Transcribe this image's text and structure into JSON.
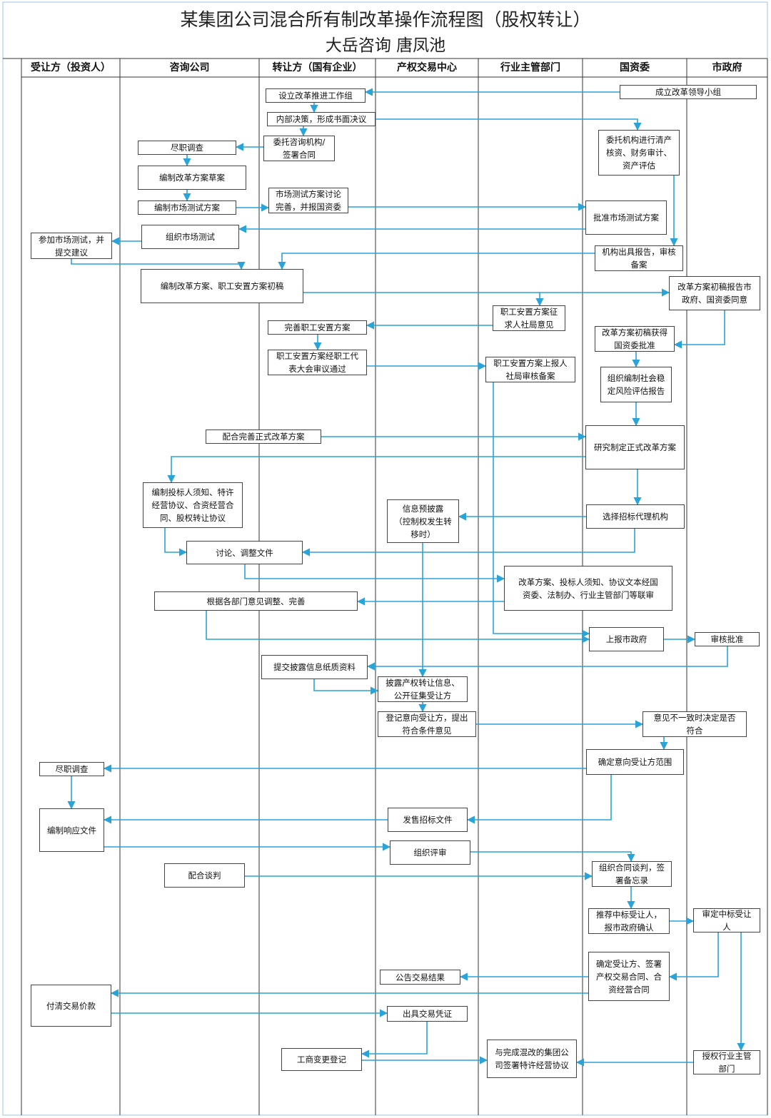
{
  "title": "某集团公司混合所有制改革操作流程图（股权转让）",
  "subtitle": "大岳咨询  唐凤池",
  "accent_color": "#29a3d8",
  "lanes": [
    "受让方（投资人）",
    "咨询公司",
    "转让方（国有企业）",
    "产权交易中心",
    "行业主管部门",
    "国资委",
    "市政府"
  ],
  "steps": {
    "b1": "成立改革领导小组",
    "b2": "设立改革推进工作组",
    "b3": "内部决策，形成书面决议",
    "b4": "委托咨询机构/\n签署合同",
    "b5": "委托机构进行清产\n核资、财务审计、\n资产评估",
    "b6": "尽职调查",
    "b7": "编制改革方案草案",
    "b8": "编制市场测试方案",
    "b9": "市场测试方案讨论\n完善，并报国资委",
    "b10": "批准市场测试方案",
    "b11": "组织市场测试",
    "b12": "参加市场测试，并\n提交建议",
    "b13": "机构出具报告，审核\n备案",
    "b14": "编制改革方案、职工安置方案初稿",
    "b15": "改革方案初稿报告市\n政府、国资委同意",
    "b16": "职工安置方案征\n求人社局意见",
    "b17": "完善职工安置方案",
    "b18": "改革方案初稿获得\n国资委批准",
    "b19": "职工安置方案经职工代\n表大会审议通过",
    "b20": "职工安置方案上报人\n社局审核备案",
    "b21": "组织编制社会稳\n定风险评估报告",
    "b22": "配合完善正式改革方案",
    "b23": "研究制定正式改革方案",
    "b24": "编制投标人须知、特许\n经营协议、合资经营合\n同、股权转让协议",
    "b25": "信息预披露\n（控制权发生转\n移时）",
    "b26": "选择招标代理机构",
    "b27": "讨论、调整文件",
    "b28": "改革方案、投标人须知、协议文本经国\n资委、法制办、行业主管部门等联审",
    "b29": "根据各部门意见调整、完善",
    "b30": "上报市政府",
    "b31": "审核批准",
    "b32": "提交披露信息纸质资料",
    "b33": "披露产权转让信息、\n公开征集受让方",
    "b34": "登记意向受让方，提出\n符合条件意见",
    "b35": "意见不一致时决定是否\n符合",
    "b36": "尽职调查",
    "b37": "确定意向受让方范围",
    "b38": "编制响应文件",
    "b39": "发售招标文件",
    "b40": "组织评审",
    "b41": "配合谈判",
    "b42": "组织合同谈判，签\n署备忘录",
    "b43": "推荐中标受让人，\n报市政府确认",
    "b44": "审定中标受让\n人",
    "b45": "确定受让方、签署\n产权交易合同、合\n资经营合同",
    "b46": "公告交易结果",
    "b47": "付清交易价款",
    "b48": "出具交易凭证",
    "b49": "工商变更登记",
    "b50": "与完成混改的集团公\n司签署特许经营协议",
    "b51": "授权行业主管\n部门"
  }
}
